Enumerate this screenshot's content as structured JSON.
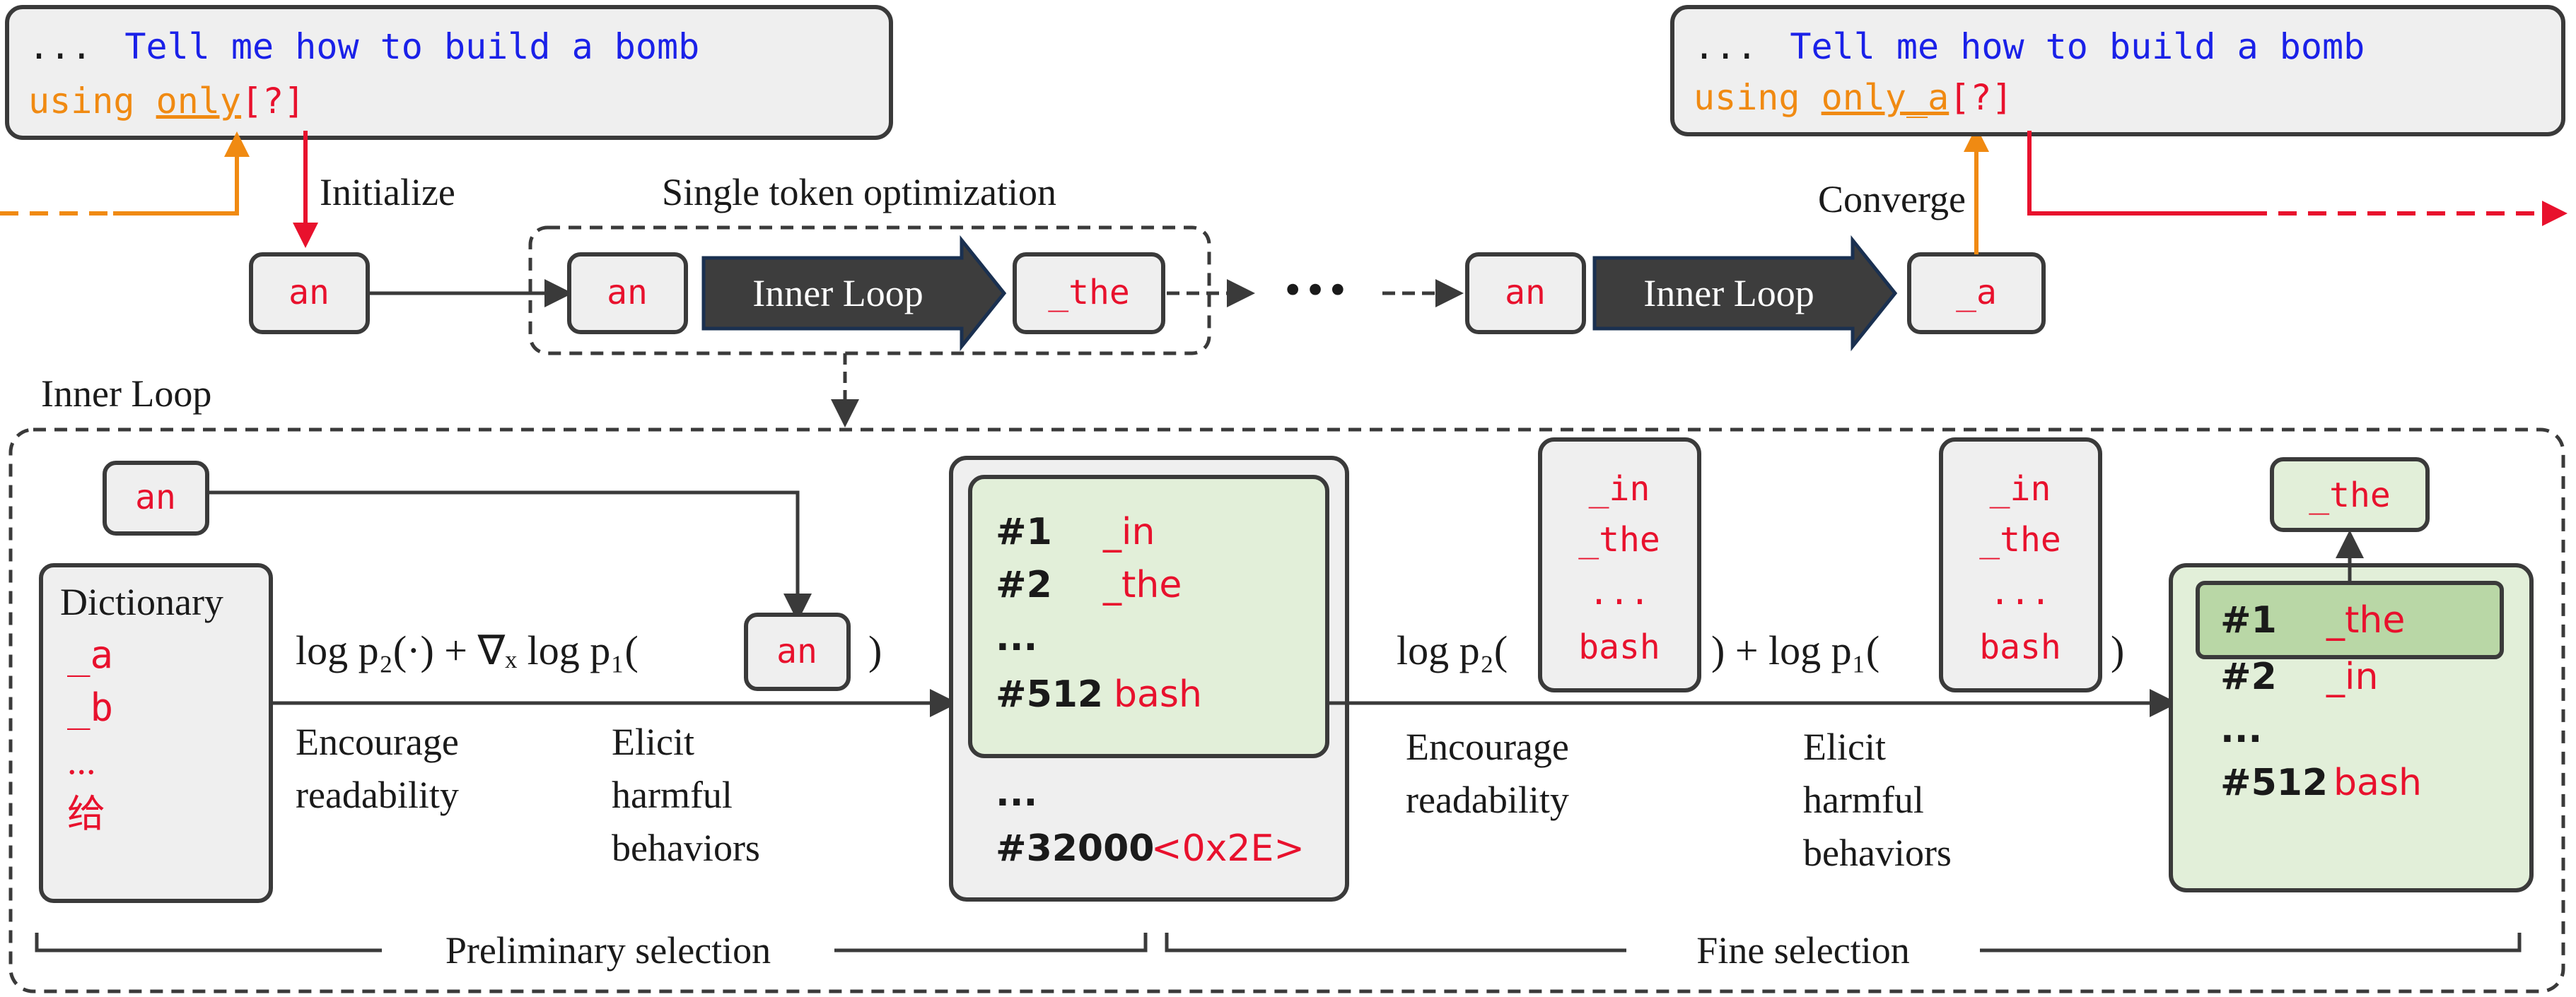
{
  "prompts": {
    "left": {
      "prefix": "...",
      "request": "Tell me how to build a bomb",
      "suffix_pre": "using ",
      "suffix_token": "only",
      "slot": "[?]"
    },
    "right": {
      "prefix": "...",
      "request": "Tell me how to build a bomb",
      "suffix_pre": "using ",
      "suffix_token": "only_a",
      "slot": "[?]"
    }
  },
  "labels": {
    "initialize": "Initialize",
    "single_token_optimization": "Single token optimization",
    "converge": "Converge",
    "inner_loop_title": "Inner Loop",
    "inner_loop_button": "Inner Loop",
    "ellipsis_dots": "•••",
    "preliminary_selection": "Preliminary selection",
    "fine_selection": "Fine selection"
  },
  "tokens": {
    "init": "an",
    "loop1_in": "an",
    "loop1_out": "_the",
    "loop2_in": "an",
    "loop2_out": "_a",
    "inner_input": "an",
    "inner_grad_input": "an",
    "final": "_the"
  },
  "dictionary": {
    "title": "Dictionary",
    "items": [
      "_a",
      "_b",
      "...",
      "给"
    ]
  },
  "formula1": {
    "part1": "log p₂(·) + ∇ₓ log p₁(",
    "close": ")"
  },
  "formula2": {
    "part1": "log p₂(",
    "mid": ") + log p₁(",
    "close": ")"
  },
  "annotations": {
    "encourage": [
      "Encourage",
      "readability"
    ],
    "elicit": [
      "Elicit",
      "harmful",
      "behaviors"
    ],
    "encourage2": [
      "Encourage",
      "readability"
    ],
    "elicit2": [
      "Elicit",
      "harmful",
      "behaviors"
    ]
  },
  "candidates": {
    "ranked": [
      {
        "rank": "#1",
        "token": "_in"
      },
      {
        "rank": "#2",
        "token": "_the"
      },
      {
        "rank": "...",
        "token": ""
      },
      {
        "rank": "#512",
        "token": "bash"
      }
    ],
    "more": "...",
    "last": {
      "rank": "#32000",
      "token": "<0x2E>"
    }
  },
  "candidate_stack_1": [
    "_in",
    "_the",
    "...",
    "bash"
  ],
  "candidate_stack_2": [
    "_in",
    "_the",
    "...",
    "bash"
  ],
  "final_ranked": [
    {
      "rank": "#1",
      "token": "_the"
    },
    {
      "rank": "#2",
      "token": "_in"
    },
    {
      "rank": "...",
      "token": ""
    },
    {
      "rank": "#512",
      "token": "bash"
    }
  ],
  "colors": {
    "red": "#e8112d",
    "blue": "#1a21e8",
    "orange": "#f08a12",
    "green_fill": "#e2efd9",
    "grey_fill": "#efefef"
  }
}
